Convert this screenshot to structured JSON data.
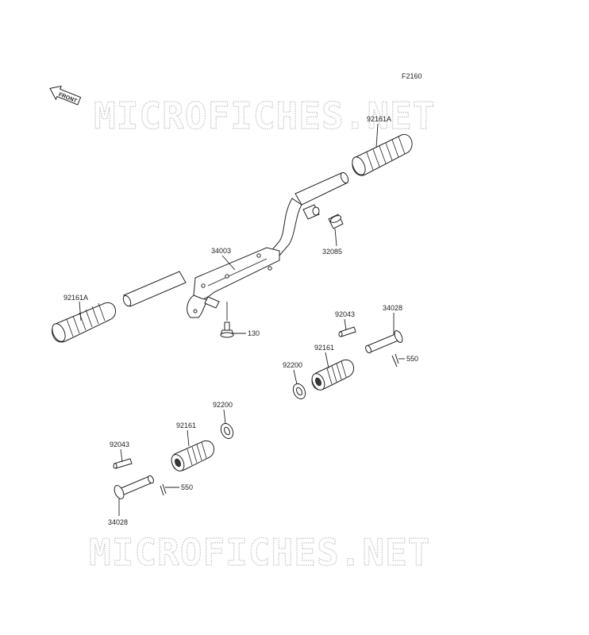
{
  "diagram": {
    "figure_code": "F2160",
    "front_label": "FRONT",
    "watermarks": [
      "MICROFICHES.NET",
      "MICROFICHES.NET"
    ],
    "callouts": [
      {
        "id": "c1",
        "text": "92161A"
      },
      {
        "id": "c2",
        "text": "32085"
      },
      {
        "id": "c3",
        "text": "34003"
      },
      {
        "id": "c4",
        "text": "92161A"
      },
      {
        "id": "c5",
        "text": "130"
      },
      {
        "id": "c6",
        "text": "92043"
      },
      {
        "id": "c7",
        "text": "34028"
      },
      {
        "id": "c8",
        "text": "92161"
      },
      {
        "id": "c9",
        "text": "92200"
      },
      {
        "id": "c10",
        "text": "550"
      },
      {
        "id": "c11",
        "text": "92200"
      },
      {
        "id": "c12",
        "text": "92161"
      },
      {
        "id": "c13",
        "text": "92043"
      },
      {
        "id": "c14",
        "text": "550"
      },
      {
        "id": "c15",
        "text": "34028"
      }
    ]
  }
}
